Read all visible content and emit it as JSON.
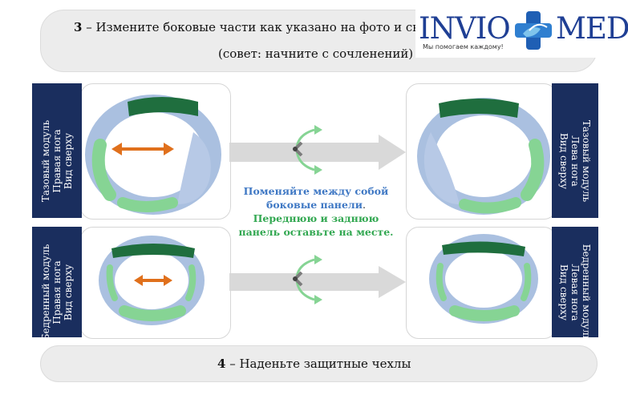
{
  "step3": {
    "number": "3",
    "text": " – Измените боковые части как указано на фото и снова затяните винты.",
    "hint": "(совет: начните с сочленений)"
  },
  "step4": {
    "number": "4",
    "text": " – Наденьте защитные чехлы"
  },
  "logo": {
    "text_left": "INVIO",
    "text_right": "MED",
    "tagline": "Мы помогаем каждому!"
  },
  "labels": {
    "pelvic_right": [
      "Тазовый модуль",
      "Правая нога",
      "Вид сверху"
    ],
    "pelvic_left": [
      "Тазовый модуль",
      "Лева нога",
      "Вид сверху"
    ],
    "femoral_right": [
      "Бедренный модуль",
      "Правая нога",
      "Вид сверху"
    ],
    "femoral_left": [
      "Бедренный модуль",
      "Левая нога",
      "Вид сверху"
    ]
  },
  "instruction": {
    "swap_line1": "Поменяйте между собой",
    "swap_line2": "боковые панели",
    "period": ".",
    "keep_line1": "Переднюю и заднюю",
    "keep_line2": "панель оставьте на месте."
  },
  "colors": {
    "brand_blue": "#1f3f94",
    "label_bg": "#1a2e5e",
    "swap_text": "#3f78c4",
    "keep_text": "#33a852",
    "orange_arrow": "#e0701c"
  }
}
